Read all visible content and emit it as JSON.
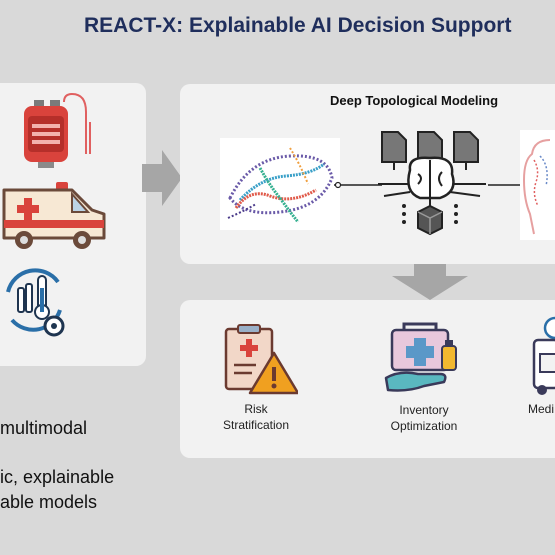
{
  "title": "REACT-X: Explainable AI Decision Support",
  "modeling": {
    "heading": "Deep Topological Modeling"
  },
  "outputs": [
    {
      "label_line1": "Risk",
      "label_line2": "Stratification",
      "icon": "clipboard-warning-icon"
    },
    {
      "label_line1": "Inventory",
      "label_line2": "Optimization",
      "icon": "hand-medkit-icon"
    },
    {
      "label_line1": "Medi",
      "icon": "truck-icon"
    }
  ],
  "sources": [
    "blood-bag-icon",
    "ambulance-icon",
    "lab-sensors-icon"
  ],
  "bullets": [
    "multimodal",
    "ic, explainable",
    "able models"
  ],
  "colors": {
    "title": "#1f2e5c",
    "accent_red": "#d9433c",
    "arrow": "#a6a6a6"
  }
}
